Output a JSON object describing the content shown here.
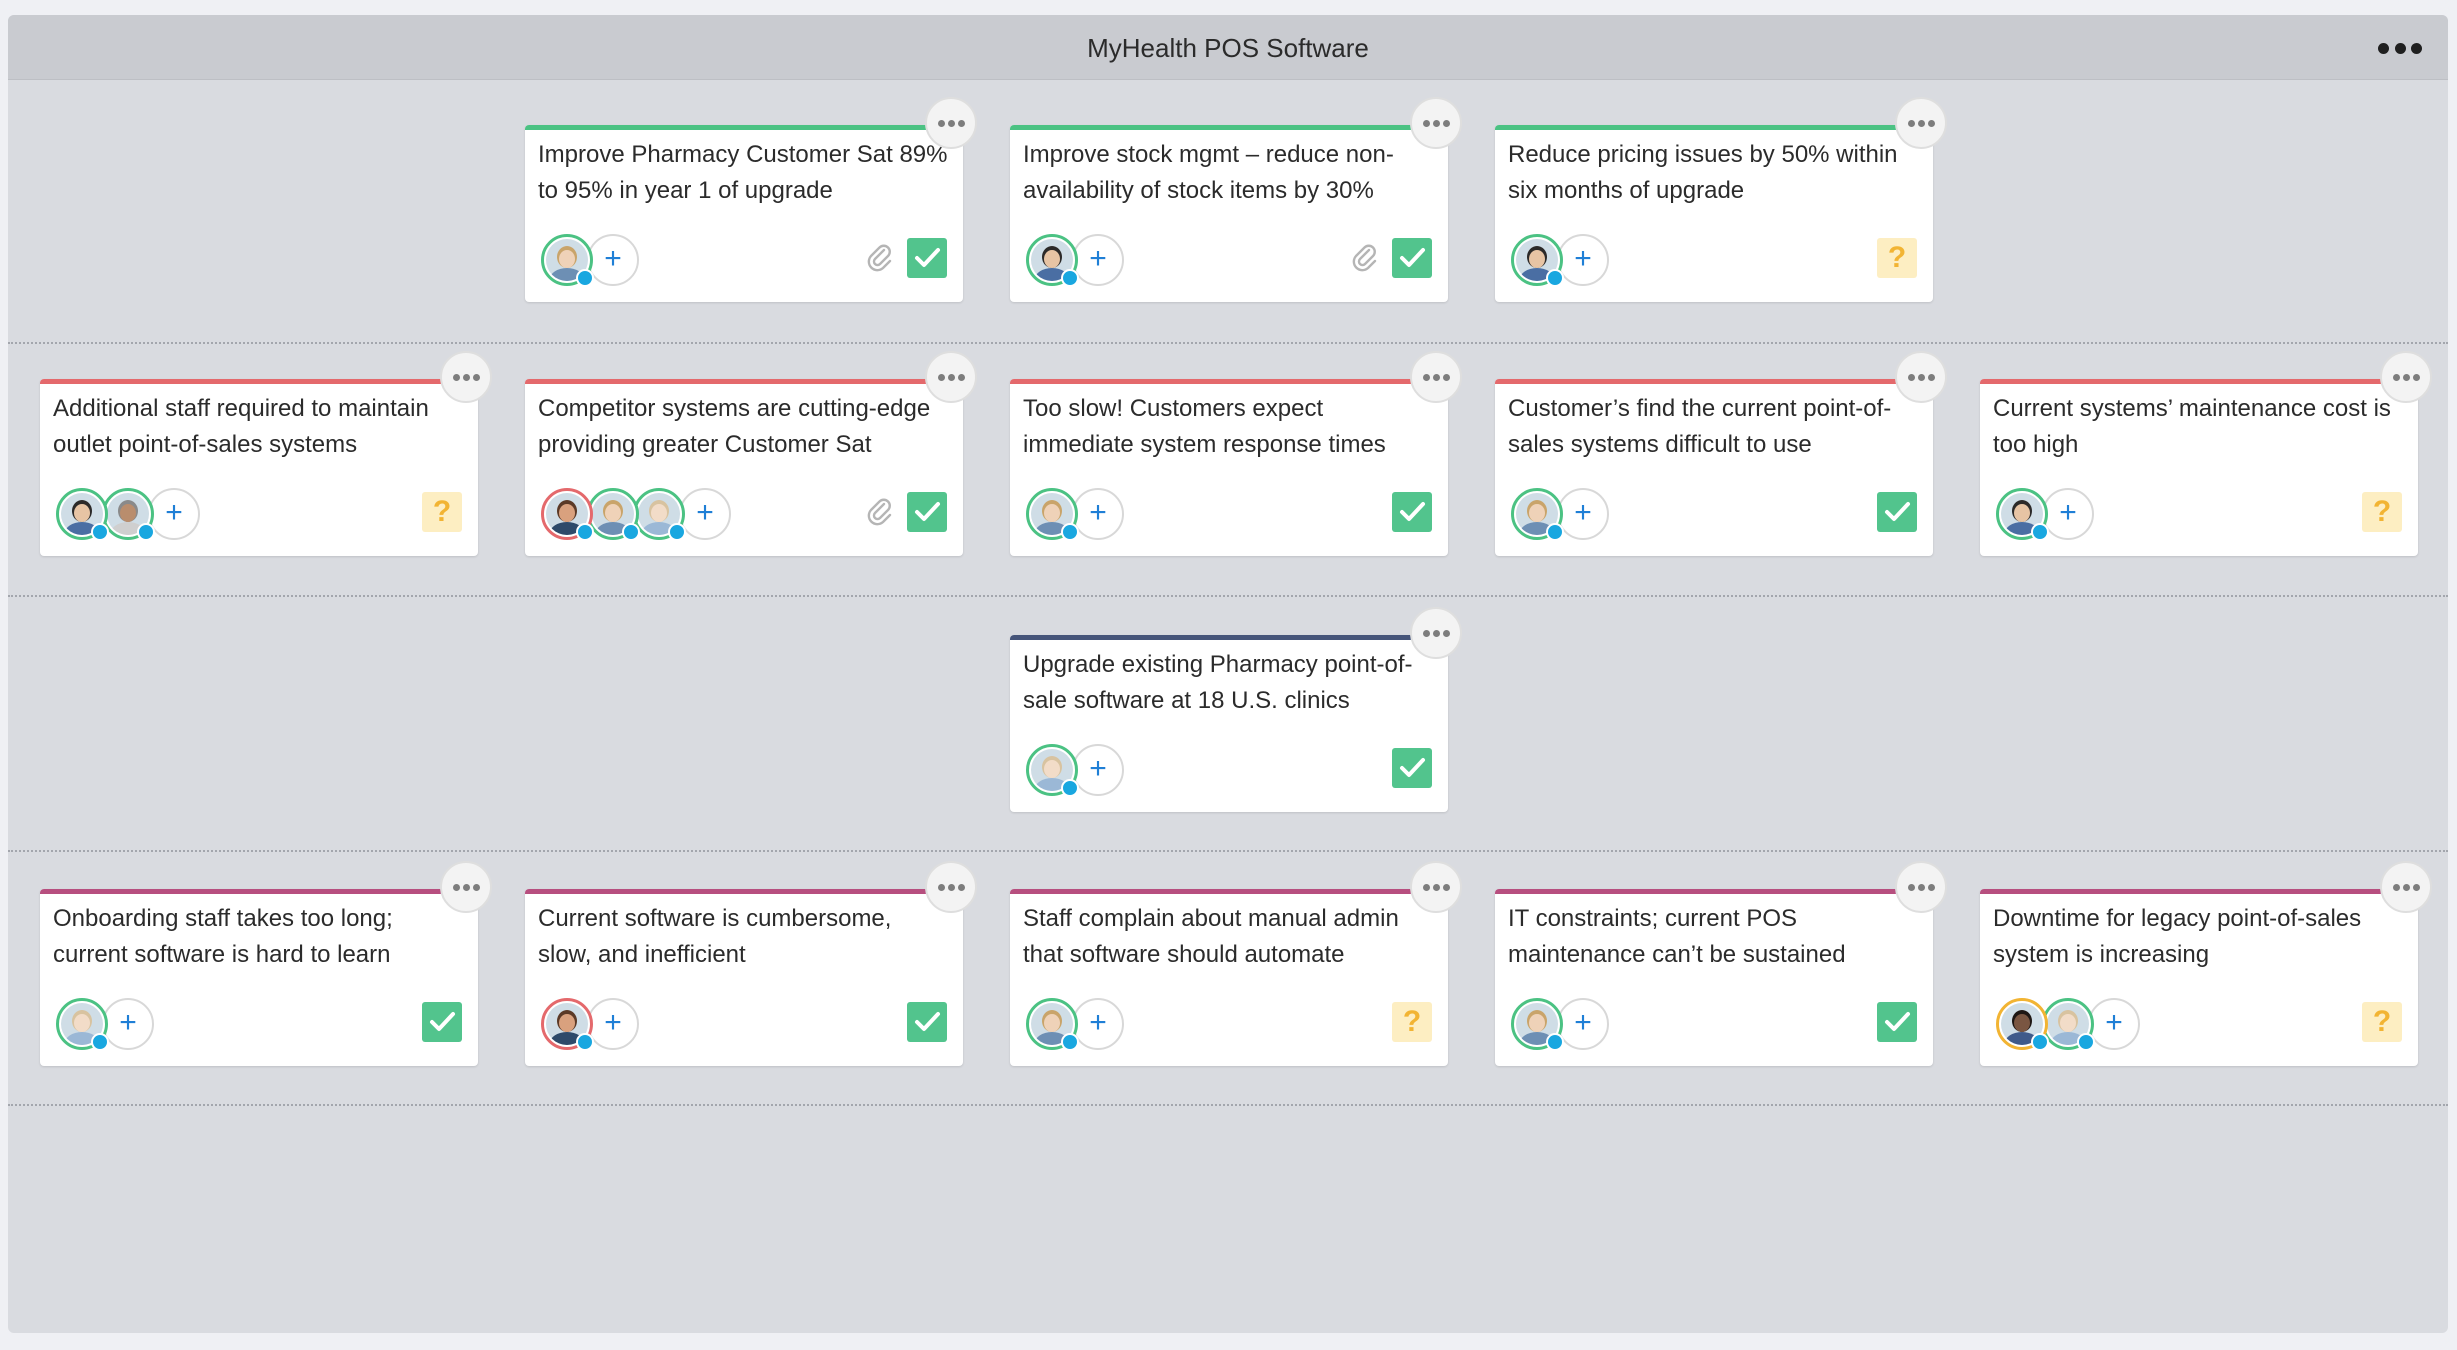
{
  "board": {
    "title": "MyHealth POS Software"
  },
  "colors": {
    "goal": "#4bc283",
    "problem": "#e4696c",
    "solution": "#46557a",
    "cause": "#b74f7f",
    "done": "#52c48d",
    "unknown": "#fdeec2"
  },
  "cards": [
    {
      "text": "Improve Pharmacy Customer Sat 89% to 95% in year 1 of upgrade",
      "category": "goal",
      "status": "done",
      "attachment": true,
      "avatars": [
        "woman-blonde"
      ]
    },
    {
      "text": "Improve stock mgmt – reduce non-availability of stock items by 30%",
      "category": "goal",
      "status": "done",
      "attachment": true,
      "avatars": [
        "man-dark"
      ]
    },
    {
      "text": "Reduce pricing issues by 50% within six months of upgrade",
      "category": "goal",
      "status": "unknown",
      "attachment": false,
      "avatars": [
        "man-dark"
      ]
    },
    {
      "text": "Additional staff required to maintain outlet point-of-sales systems",
      "category": "problem",
      "status": "unknown",
      "attachment": false,
      "avatars": [
        "man-dark",
        "man-bald"
      ]
    },
    {
      "text": "Competitor systems are cutting-edge providing greater Customer Sat",
      "category": "problem",
      "status": "done",
      "attachment": true,
      "avatars": [
        "man-beard",
        "woman-blonde",
        "woman-light"
      ]
    },
    {
      "text": "Too slow! Customers expect immediate system response times",
      "category": "problem",
      "status": "done",
      "attachment": false,
      "avatars": [
        "woman-blonde"
      ]
    },
    {
      "text": "Customer’s find the current point-of-sales systems difficult to use",
      "category": "problem",
      "status": "done",
      "attachment": false,
      "avatars": [
        "woman-blonde"
      ]
    },
    {
      "text": "Current systems’ maintenance cost is too high",
      "category": "problem",
      "status": "unknown",
      "attachment": false,
      "avatars": [
        "man-dark"
      ]
    },
    {
      "text": "Upgrade existing Pharmacy point-of-sale software at 18 U.S. clinics",
      "category": "solution",
      "status": "done",
      "attachment": false,
      "avatars": [
        "woman-light"
      ]
    },
    {
      "text": "Onboarding staff takes too long; current software is hard to learn",
      "category": "cause",
      "status": "done",
      "attachment": false,
      "avatars": [
        "woman-light"
      ]
    },
    {
      "text": "Current software is cumbersome, slow, and inefficient",
      "category": "cause",
      "status": "done",
      "attachment": false,
      "avatars": [
        "man-beard"
      ]
    },
    {
      "text": "Staff complain about manual admin that software should automate",
      "category": "cause",
      "status": "unknown",
      "attachment": false,
      "avatars": [
        "woman-blonde"
      ]
    },
    {
      "text": "IT constraints; current POS maintenance can’t be sustained",
      "category": "cause",
      "status": "done",
      "attachment": false,
      "avatars": [
        "woman-blonde"
      ]
    },
    {
      "text": "Downtime for legacy point-of-sales system is increasing",
      "category": "cause",
      "status": "unknown",
      "attachment": false,
      "avatars": [
        "woman-dark",
        "woman-light"
      ]
    }
  ],
  "labels": {
    "add_user": "+",
    "unknown_mark": "?"
  }
}
